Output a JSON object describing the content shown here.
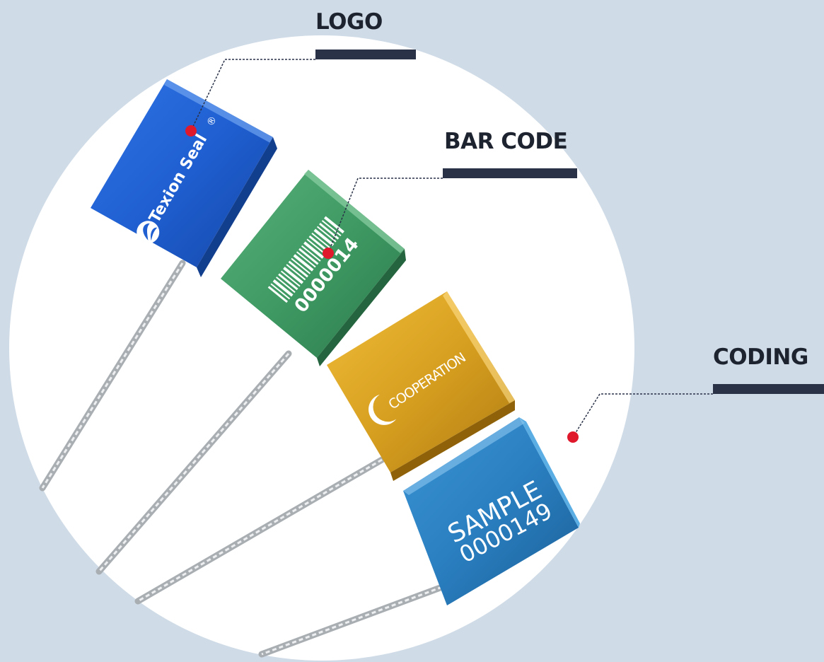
{
  "callouts": {
    "logo": "LOGO",
    "bar_code": "BAR CODE",
    "coding": "CODING"
  },
  "seals": {
    "blue": {
      "brand": "Texion Seal",
      "registered_mark": "®",
      "color": "#1f5fd1"
    },
    "green": {
      "number": "0000014",
      "color": "#3f9a63"
    },
    "gold": {
      "text": "COOPERATION",
      "color": "#d8a020"
    },
    "teal": {
      "line1": "SAMPLE",
      "line2": "0000149",
      "color": "#2a7fc0"
    }
  },
  "colors": {
    "background": "#cfdbe7",
    "circle": "#ffffff",
    "label_bar": "#2a3248",
    "marker_dot": "#e0182c",
    "leader_line": "#2a3248"
  }
}
